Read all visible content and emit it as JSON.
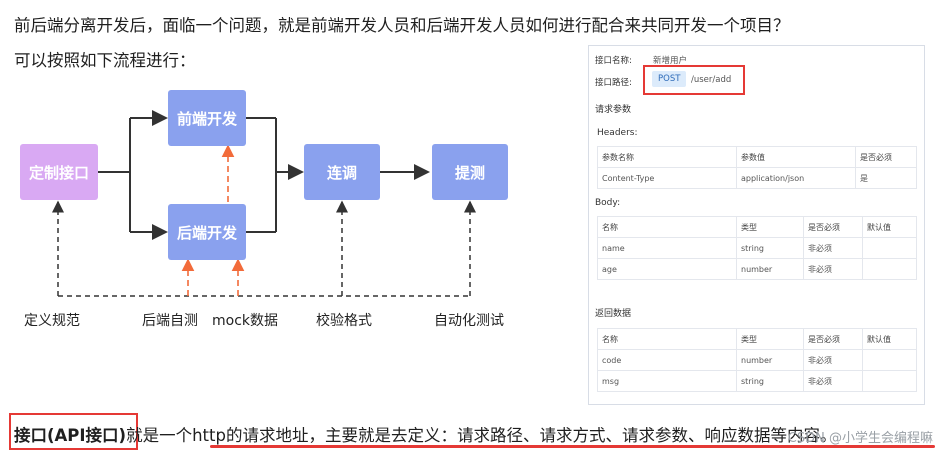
{
  "intro": {
    "line1": "前后端分离开发后，面临一个问题，就是前端开发人员和后端开发人员如何进行配合来共同开发一个项目？",
    "line2": "可以按照如下流程进行："
  },
  "flow": {
    "nodes": {
      "define": "定制接口",
      "frontend": "前端开发",
      "backend": "后端开发",
      "integrate": "连调",
      "test": "提测"
    },
    "labels": {
      "spec": "定义规范",
      "self_test": "后端自测",
      "mock": "mock数据",
      "verify": "校验格式",
      "auto_test": "自动化测试"
    },
    "colors": {
      "node": "#8aa1ee",
      "start": "#d9a9f3",
      "line": "#333333",
      "mock_arrow": "#f26b3a"
    }
  },
  "api": {
    "name_label": "接口名称:",
    "name_value": "新增用户",
    "path_label": "接口路径:",
    "method": "POST",
    "path": "/user/add",
    "params_title": "请求参数",
    "headers_title": "Headers:",
    "headers_cols": [
      "参数名称",
      "参数值",
      "是否必须"
    ],
    "headers_rows": [
      [
        "Content-Type",
        "application/json",
        "是"
      ]
    ],
    "body_title": "Body:",
    "body_cols": [
      "名称",
      "类型",
      "是否必须",
      "默认值"
    ],
    "body_rows": [
      [
        "name",
        "string",
        "非必须",
        ""
      ],
      [
        "age",
        "number",
        "非必须",
        ""
      ]
    ],
    "response_title": "返回数据",
    "response_cols": [
      "名称",
      "类型",
      "是否必须",
      "默认值"
    ],
    "response_rows": [
      [
        "code",
        "number",
        "非必须",
        ""
      ],
      [
        "msg",
        "string",
        "非必须",
        ""
      ]
    ]
  },
  "bottom": {
    "keyword": "接口(API接口)",
    "rest": "就是一个http的请求地址，主要就是去定义：请求路径、请求方式、请求参数、响应数据等内容。",
    "watermark": "CSDN @小学生会编程嘛"
  }
}
